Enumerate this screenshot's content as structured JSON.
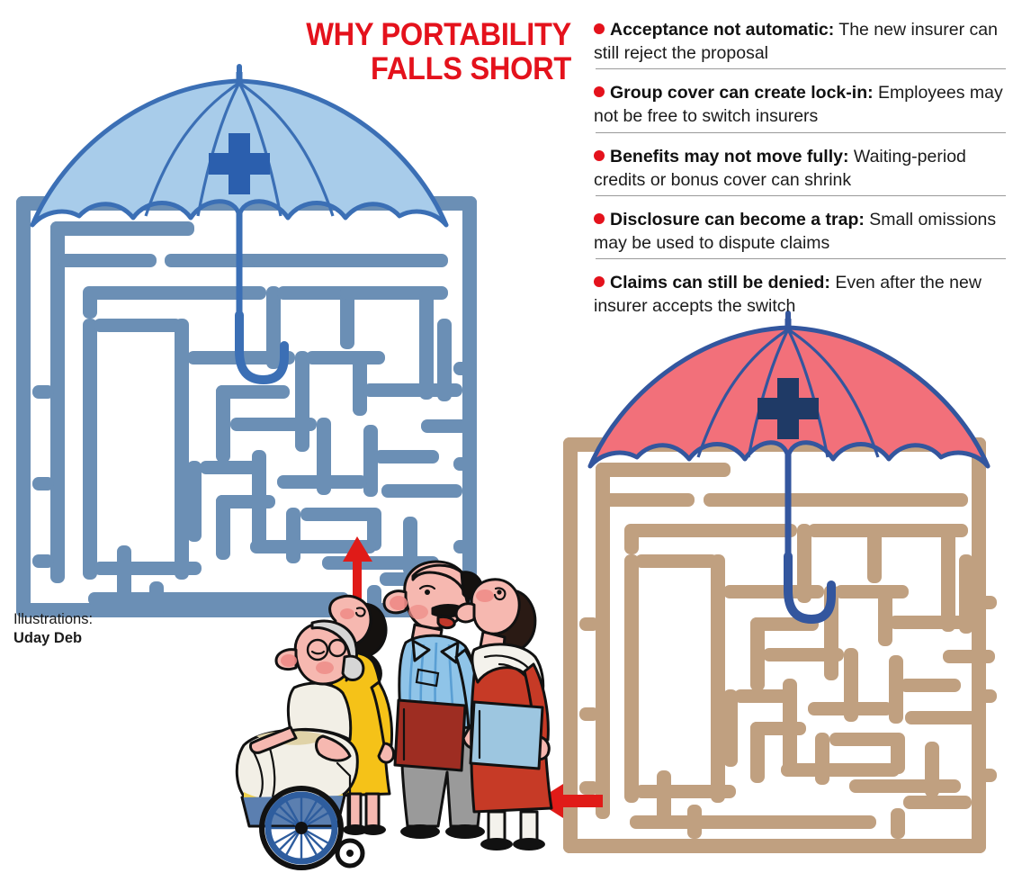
{
  "title": {
    "line1": "WHY PORTABILITY",
    "line2": "FALLS SHORT",
    "color": "#E4121C"
  },
  "bullets": [
    {
      "lead": "Acceptance not automatic:",
      "rest": " The new insurer can still reject the proposal"
    },
    {
      "lead": "Group cover can create lock-in:",
      "rest": " Employees may not be free to switch insurers"
    },
    {
      "lead": "Benefits may not move fully:",
      "rest": " Waiting-period credits or bonus cover can shrink"
    },
    {
      "lead": "Disclosure can become a trap:",
      "rest": " Small omissions may be used to dispute claims"
    },
    {
      "lead": "Claims can still be denied:",
      "rest": " Even after the new insurer accepts the switch"
    }
  ],
  "credit": {
    "label": "Illustrations:",
    "name": "Uday Deb"
  },
  "illustration": {
    "left_maze": {
      "name": "blue-maze",
      "wall_color": "#6B8FB5",
      "umbrella": {
        "canopy_color": "#A8CCEA",
        "outline_color": "#3B6FB5",
        "cross_color": "#2B5FAE",
        "shaft_color": "#3B6FB5"
      },
      "entry_arrow": {
        "direction": "up",
        "color": "#E01B18"
      }
    },
    "right_maze": {
      "name": "tan-maze",
      "wall_color": "#C0A080",
      "umbrella": {
        "canopy_color": "#F2707A",
        "outline_color": "#33569E",
        "cross_color": "#1F3A66",
        "shaft_color": "#33569E"
      },
      "entry_arrow": {
        "direction": "left",
        "color": "#E01B18"
      }
    },
    "family": {
      "figures": [
        {
          "name": "elderly-man-in-wheelchair",
          "blanket_color": "#F2EFE6",
          "chair_color": "#5B7FB0"
        },
        {
          "name": "girl-in-yellow-dress",
          "dress_color": "#F5C218",
          "hair_color": "#1a1a1a"
        },
        {
          "name": "man-in-striped-shirt",
          "shirt_color": "#8FC4E8",
          "trouser_color": "#9A9A9A",
          "folder_color": "#9E2D22"
        },
        {
          "name": "woman-in-red-saree",
          "saree_color": "#C63A26",
          "dupatta_color": "#F4F2EC",
          "folder_color": "#9DC6E0"
        }
      ],
      "skin_color": "#F6B8B0",
      "outline_color": "#111111"
    }
  }
}
